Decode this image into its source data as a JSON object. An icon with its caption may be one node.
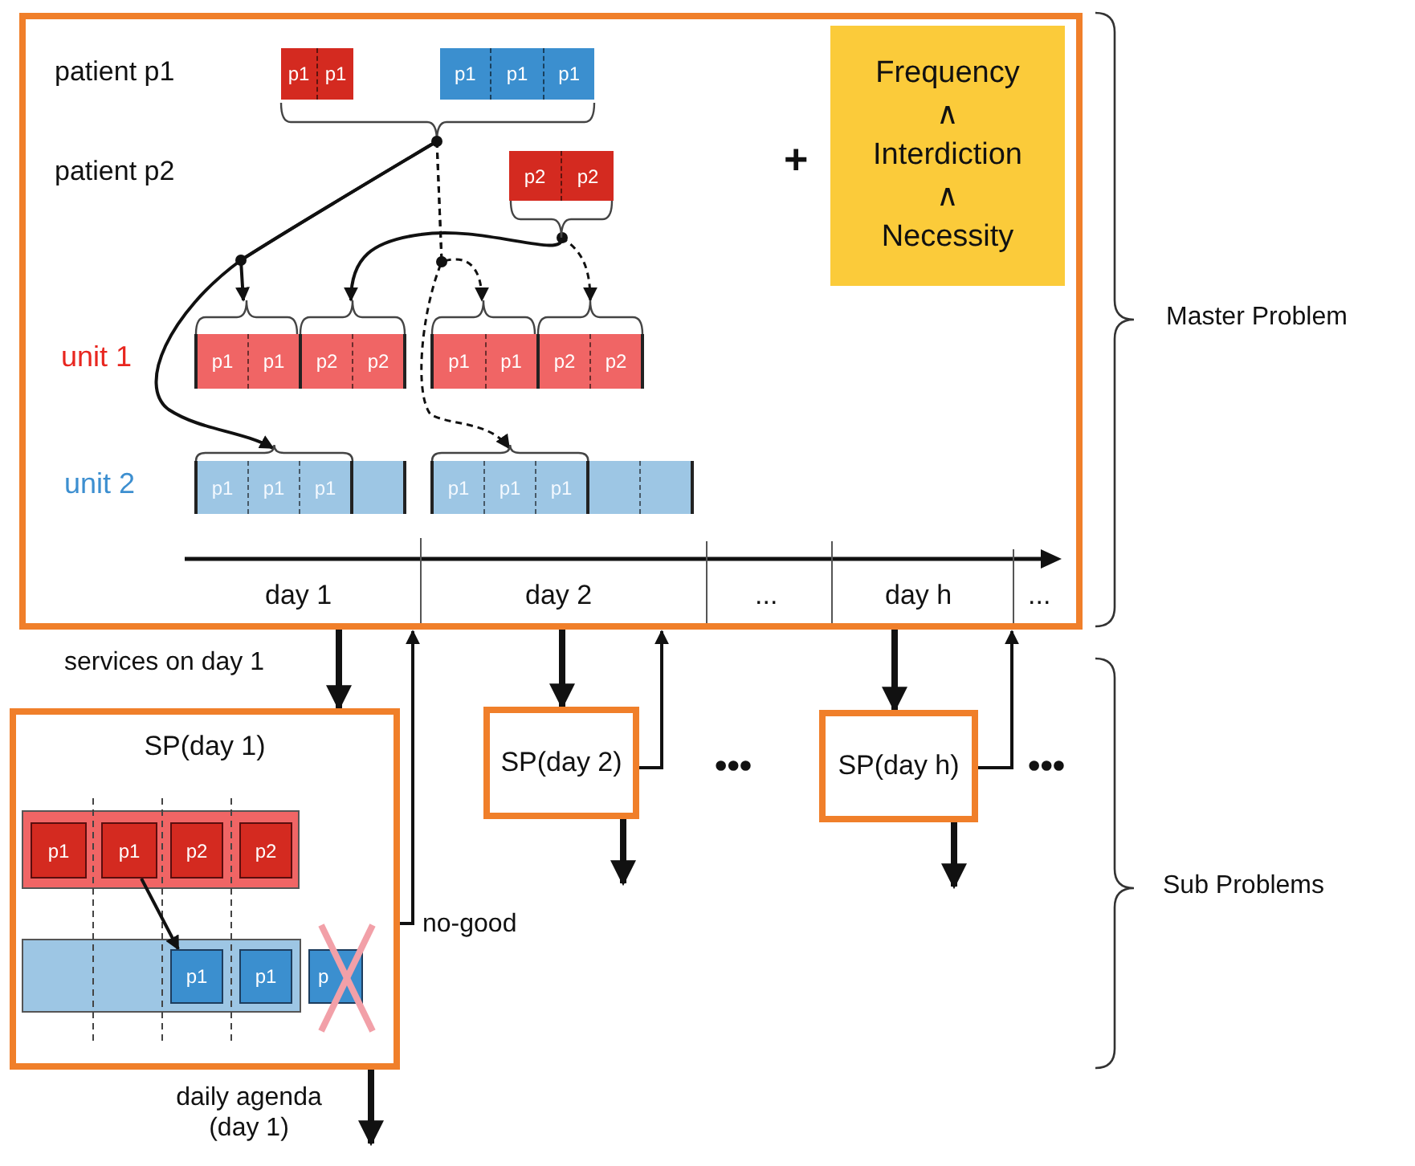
{
  "diagram": {
    "nodes": [
      {
        "text": [],
        "shape": "box",
        "beside": [
          "Master Problem"
        ]
      },
      {
        "text": [
          "p1",
          "p1"
        ],
        "in": 0
      },
      {
        "text": [
          "p1",
          "p1",
          "p1"
        ],
        "in": 0
      },
      {
        "text": [
          "p2",
          "p2"
        ],
        "in": 0
      },
      {
        "text": [
          "p1",
          "p1"
        ],
        "in": 0
      },
      {
        "text": [
          "p2",
          "p2"
        ],
        "in": 0
      },
      {
        "text": [
          "p1",
          "p1"
        ],
        "in": 0
      },
      {
        "text": [
          "p2",
          "p2"
        ],
        "in": 0
      },
      {
        "text": [
          "p1",
          "p1",
          "p1"
        ],
        "in": 0
      },
      {
        "text": [
          "p1",
          "p1",
          "p1"
        ],
        "in": 0
      },
      {
        "text": [
          "Frequency",
          "∧",
          "Interdiction",
          "∧",
          "Necessity"
        ],
        "in": 0
      },
      {
        "text": [
          "SP(day 1)"
        ]
      },
      {
        "text": [
          "p1"
        ],
        "in": 11
      },
      {
        "text": [
          "p1"
        ],
        "in": 11
      },
      {
        "text": [
          "p2"
        ],
        "in": 11
      },
      {
        "text": [
          "p2"
        ],
        "in": 11
      },
      {
        "text": [
          "p1"
        ],
        "in": 11
      },
      {
        "text": [
          "p1"
        ],
        "in": 11
      },
      {
        "text": [
          "p"
        ],
        "in": 11
      },
      {
        "text": [
          "SP(day 2)"
        ]
      },
      {
        "text": [
          "SP(day h)"
        ]
      }
    ],
    "edges": [
      {
        "from": 2,
        "to": 4,
        "arrow": "to"
      },
      {
        "from": 2,
        "to": 8,
        "arrow": "to"
      },
      {
        "from": 2,
        "to": 6,
        "arrow": "to",
        "style": "dashed"
      },
      {
        "from": 2,
        "to": 9,
        "arrow": "to",
        "style": "dashed"
      },
      {
        "from": 3,
        "to": 5,
        "arrow": "to"
      },
      {
        "from": 3,
        "to": 7,
        "arrow": "to",
        "style": "dashed"
      },
      {
        "from": 0,
        "to": 11,
        "arrow": "to",
        "style": "thick",
        "label": "services on day 1"
      },
      {
        "from": 11,
        "to": 0,
        "arrow": "to",
        "label": "no-good"
      },
      {
        "from": 0,
        "to": 19,
        "arrow": "to",
        "style": "thick"
      },
      {
        "from": 19,
        "to": 0,
        "arrow": "to"
      },
      {
        "from": 0,
        "to": 20,
        "arrow": "to",
        "style": "thick"
      },
      {
        "from": 20,
        "to": 0,
        "arrow": "to"
      },
      {
        "from": 11,
        "to": null,
        "arrow": "to",
        "style": "thick",
        "label": "daily agenda (day 1)"
      },
      {
        "from": 19,
        "to": null,
        "arrow": "to",
        "style": "thick"
      },
      {
        "from": 20,
        "to": null,
        "arrow": "to",
        "style": "thick"
      },
      {
        "from": 13,
        "to": 16,
        "arrow": "to"
      }
    ],
    "labels": [
      "patient p1",
      "patient p2",
      "+",
      "unit 1",
      "unit 2",
      "day 1",
      "day 2",
      "...",
      "day h",
      "...",
      "•••",
      "•••",
      "Sub Problems"
    ]
  }
}
